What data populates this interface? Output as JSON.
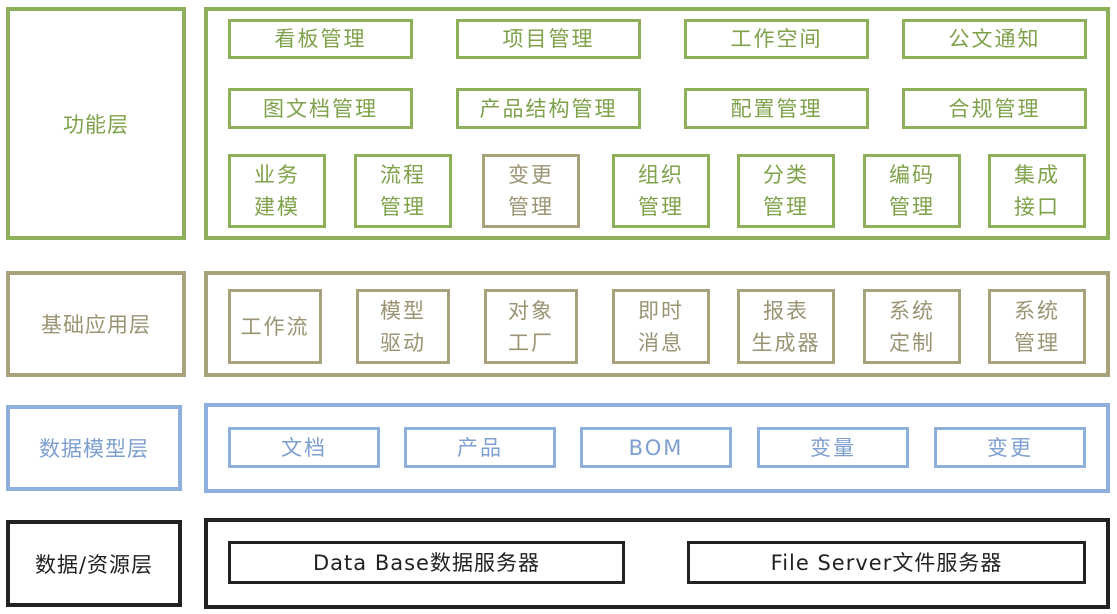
{
  "layers": {
    "functional": {
      "label": "功能层",
      "row1": [
        "看板管理",
        "项目管理",
        "工作空间",
        "公文通知"
      ],
      "row2": [
        "图文档管理",
        "产品结构管理",
        "配置管理",
        "合规管理"
      ],
      "row3": [
        [
          "业务",
          "建模"
        ],
        [
          "流程",
          "管理"
        ],
        [
          "变更",
          "管理"
        ],
        [
          "组织",
          "管理"
        ],
        [
          "分类",
          "管理"
        ],
        [
          "编码",
          "管理"
        ],
        [
          "集成",
          "接口"
        ]
      ]
    },
    "foundation": {
      "label": "基础应用层",
      "items": [
        [
          "工作流"
        ],
        [
          "模型",
          "驱动"
        ],
        [
          "对象",
          "工厂"
        ],
        [
          "即时",
          "消息"
        ],
        [
          "报表",
          "生成器"
        ],
        [
          "系统",
          "定制"
        ],
        [
          "系统",
          "管理"
        ]
      ]
    },
    "data_model": {
      "label": "数据模型层",
      "items": [
        "文档",
        "产品",
        "BOM",
        "变量",
        "变更"
      ]
    },
    "resource": {
      "label": "数据/资源层",
      "items": [
        "Data Base数据服务器",
        "File Server文件服务器"
      ]
    }
  },
  "colors": {
    "functional": "#8fb05a",
    "foundation": "#a8a27c",
    "data_model": "#8fb0dc",
    "resource": "#222222"
  }
}
